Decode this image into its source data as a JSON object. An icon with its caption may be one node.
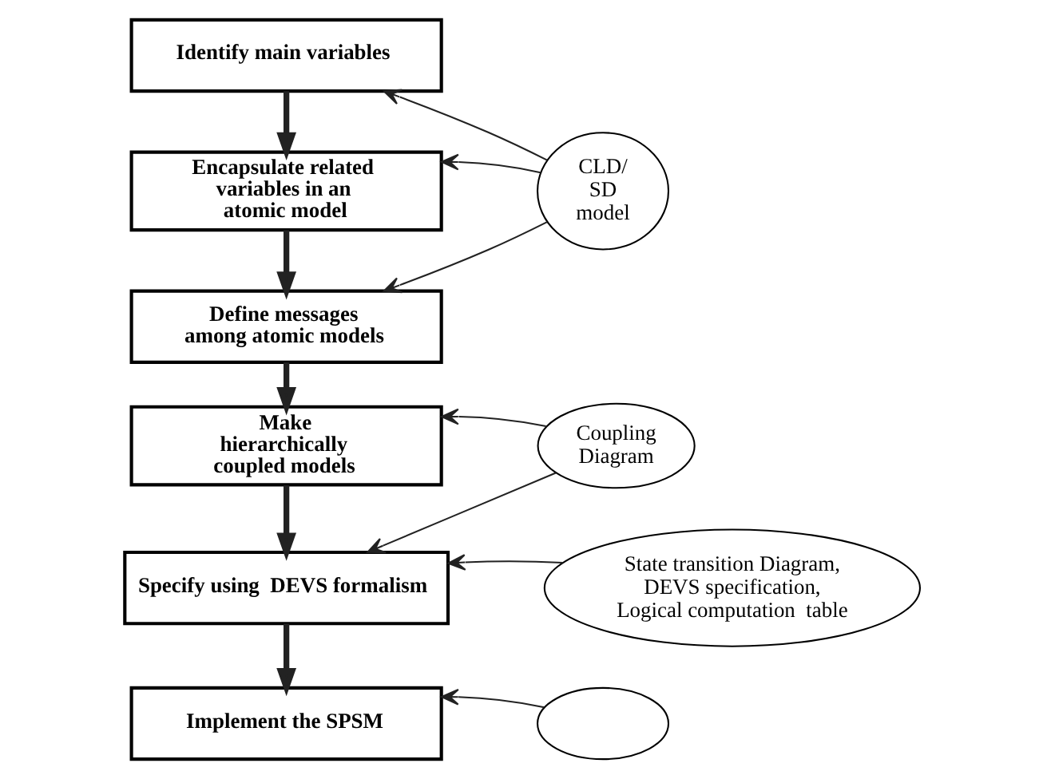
{
  "diagram": {
    "nodes": [
      {
        "text": [
          "Identify main variables"
        ]
      },
      {
        "text": [
          "Encapsulate related variables in an atomic model"
        ]
      },
      {
        "text": [
          "Define messages among atomic models"
        ]
      },
      {
        "text": [
          "Make hierarchically coupled models"
        ]
      },
      {
        "text": [
          "Specify using  DEVS formalism"
        ]
      },
      {
        "text": [
          "Implement the SPSM"
        ]
      },
      {
        "text": [
          "CLD/ SD model"
        ]
      },
      {
        "text": [
          "Coupling Diagram"
        ]
      },
      {
        "text": [
          "State transition Diagram, DEVS specification, Logical computation  table"
        ]
      },
      {
        "text": [],
        "shape": "ellipse"
      }
    ],
    "edges": [
      {
        "from": 0,
        "to": 1,
        "arrow": "to",
        "style": "thick"
      },
      {
        "from": 1,
        "to": 2,
        "arrow": "to",
        "style": "thick"
      },
      {
        "from": 2,
        "to": 3,
        "arrow": "to",
        "style": "thick"
      },
      {
        "from": 3,
        "to": 4,
        "arrow": "to",
        "style": "thick"
      },
      {
        "from": 4,
        "to": 5,
        "arrow": "to",
        "style": "thick"
      },
      {
        "from": 6,
        "to": 0,
        "arrow": "to"
      },
      {
        "from": 6,
        "to": 1,
        "arrow": "to"
      },
      {
        "from": 6,
        "to": 2,
        "arrow": "to"
      },
      {
        "from": 7,
        "to": 3,
        "arrow": "to"
      },
      {
        "from": 7,
        "to": 4,
        "arrow": "to"
      },
      {
        "from": 8,
        "to": 4,
        "arrow": "to"
      },
      {
        "from": 9,
        "to": 5,
        "arrow": "to"
      }
    ]
  }
}
